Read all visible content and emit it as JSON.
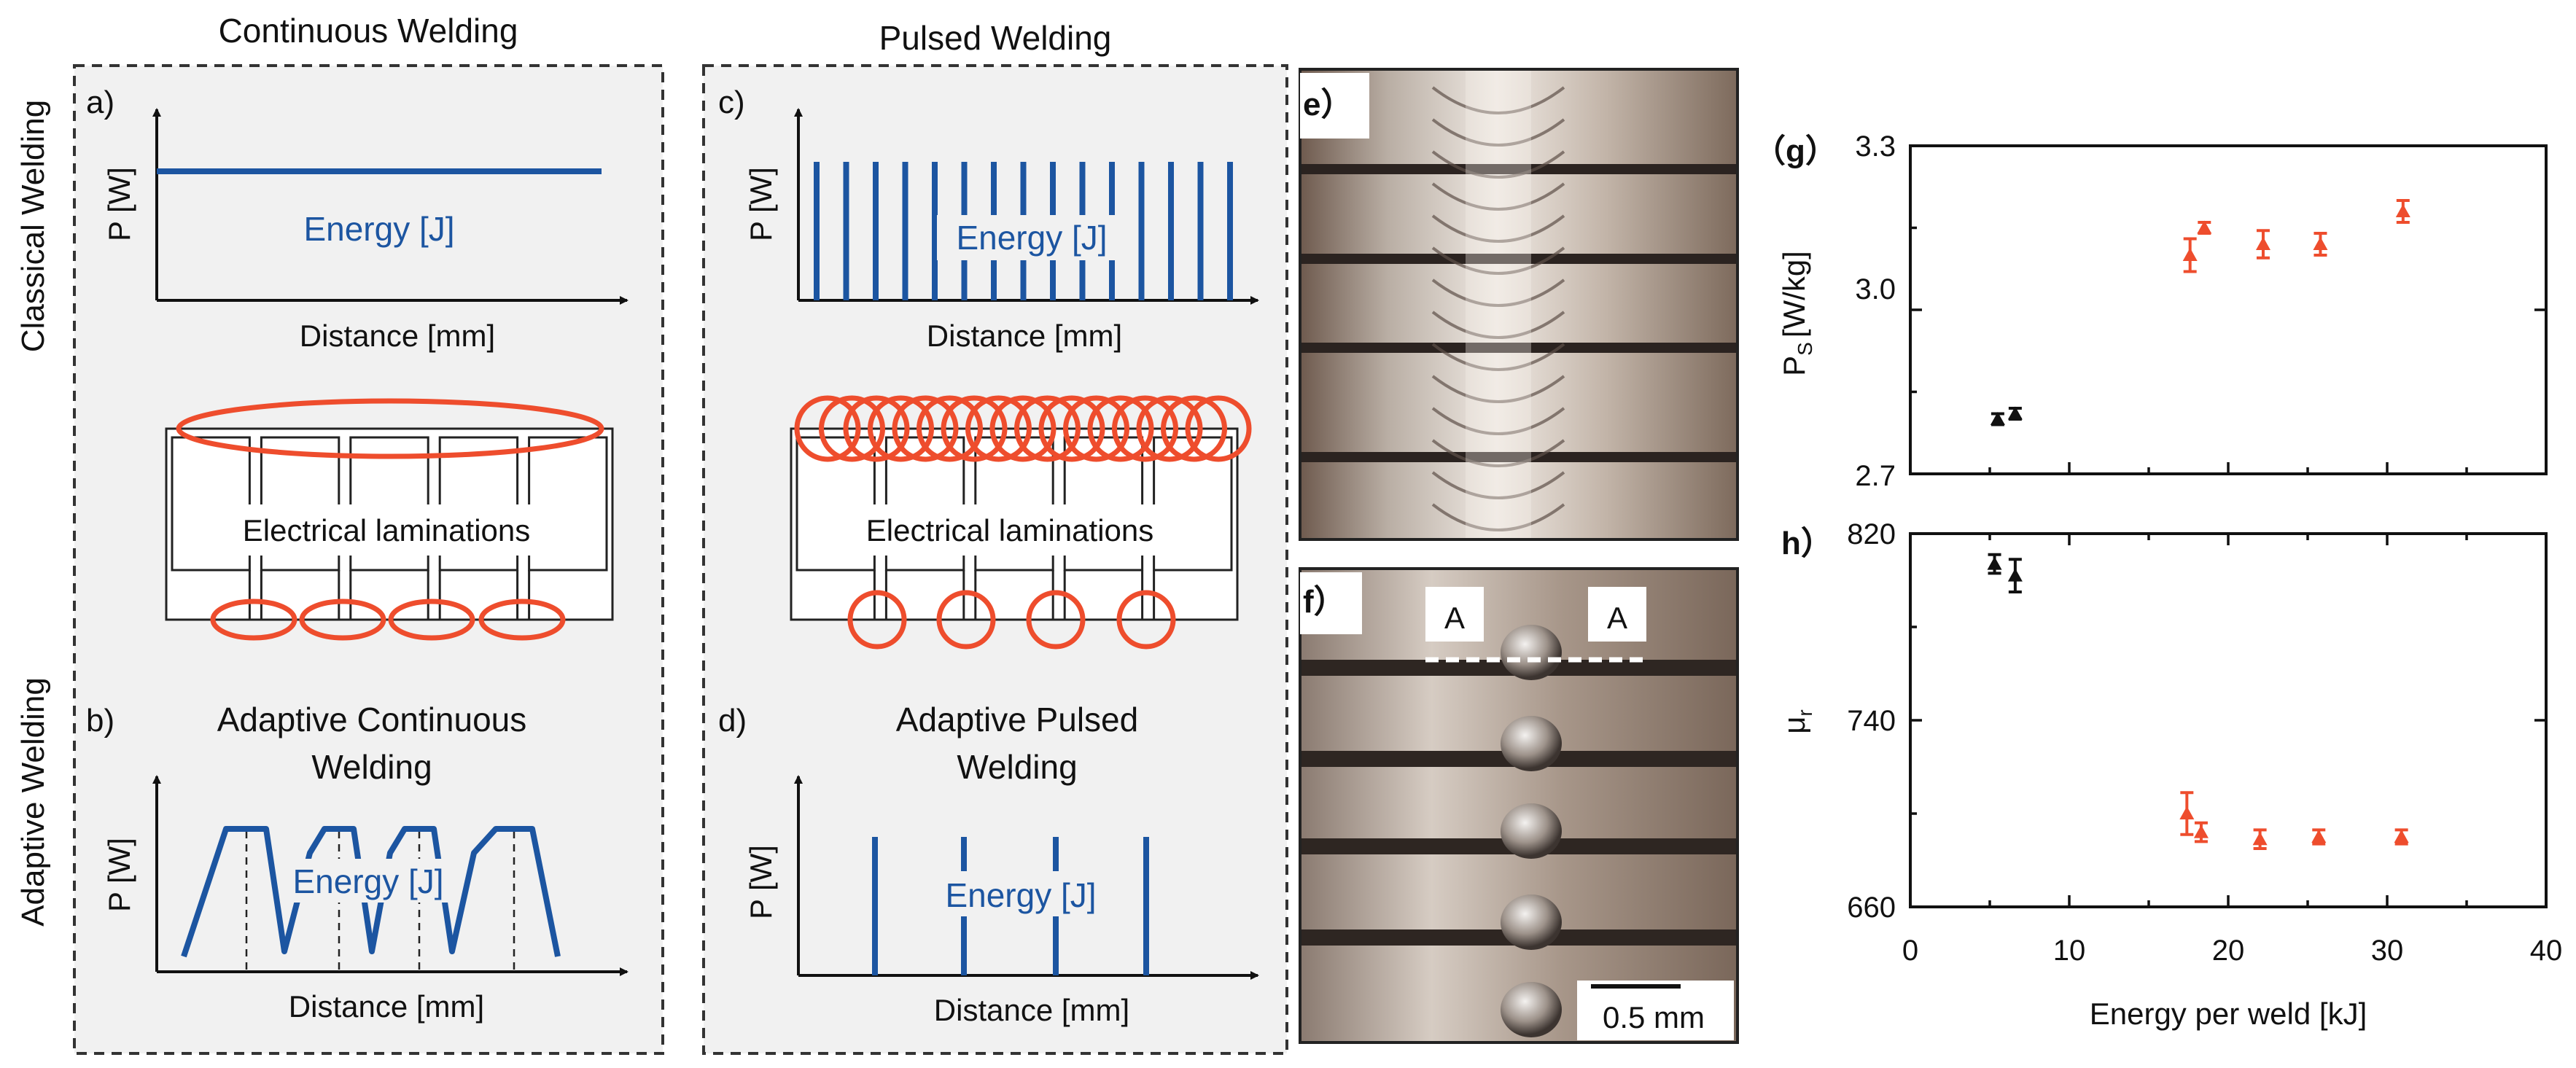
{
  "headings": {
    "continuous": "Continuous Welding",
    "pulsed": "Pulsed Welding"
  },
  "side_labels": {
    "classical": "Classical Welding",
    "adaptive": "Adaptive Welding"
  },
  "panel_letters": {
    "a": "a)",
    "b": "b)",
    "c": "c)",
    "d": "d)",
    "e": "e）",
    "f": "f）",
    "g": "（g）",
    "h": "h）"
  },
  "panel_titles": {
    "b_line1": "Adaptive Continuous",
    "b_line2": "Welding",
    "d_line1": "Adaptive Pulsed",
    "d_line2": "Welding"
  },
  "schematic": {
    "ylabel": "P [W]",
    "xlabel": "Distance [mm]",
    "energy_label": "Energy [J]",
    "laminations_label": "Electrical laminations"
  },
  "micrograph": {
    "section_mark": "A",
    "scale_bar": "0.5 mm"
  },
  "colors": {
    "power_blue": "#1c55a1",
    "weld_orange": "#ee4d2d",
    "continuous_marker": "#111111",
    "pulsed_marker": "#ee4d2d"
  },
  "chart_data": [
    {
      "type": "scatter",
      "panel": "g",
      "ylabel": "P",
      "ylabel_sub": "S",
      "ylabel_unit": "[W/kg]",
      "ylim": [
        2.7,
        3.3
      ],
      "yticks": [
        "2.7",
        "3.0",
        "3.3"
      ],
      "xlim": [
        0,
        40
      ],
      "series": [
        {
          "marker_color": "#111111",
          "points": [
            {
              "x": 5.5,
              "y": 2.8,
              "err": 0.01
            },
            {
              "x": 6.6,
              "y": 2.81,
              "err": 0.01
            }
          ]
        },
        {
          "marker_color": "#ee4d2d",
          "points": [
            {
              "x": 17.6,
              "y": 3.1,
              "err": 0.03
            },
            {
              "x": 18.5,
              "y": 3.15,
              "err": 0.01
            },
            {
              "x": 22.2,
              "y": 3.12,
              "err": 0.025
            },
            {
              "x": 25.8,
              "y": 3.12,
              "err": 0.02
            },
            {
              "x": 31.0,
              "y": 3.18,
              "err": 0.02
            }
          ]
        }
      ]
    },
    {
      "type": "scatter",
      "panel": "h",
      "ylabel": "μ",
      "ylabel_sub": "r",
      "ylim": [
        660,
        820
      ],
      "yticks": [
        "660",
        "740",
        "820"
      ],
      "xlim": [
        0,
        40
      ],
      "xticks": [
        "0",
        "10",
        "20",
        "30",
        "40"
      ],
      "xlabel": "Energy per weld [kJ]",
      "series": [
        {
          "marker_color": "#111111",
          "points": [
            {
              "x": 5.3,
              "y": 807,
              "err": 4
            },
            {
              "x": 6.6,
              "y": 802,
              "err": 7
            }
          ]
        },
        {
          "marker_color": "#ee4d2d",
          "points": [
            {
              "x": 17.4,
              "y": 700,
              "err": 9
            },
            {
              "x": 18.3,
              "y": 692,
              "err": 4
            },
            {
              "x": 22.0,
              "y": 689,
              "err": 4
            },
            {
              "x": 25.7,
              "y": 690,
              "err": 3
            },
            {
              "x": 30.9,
              "y": 690,
              "err": 3
            }
          ]
        }
      ]
    }
  ]
}
